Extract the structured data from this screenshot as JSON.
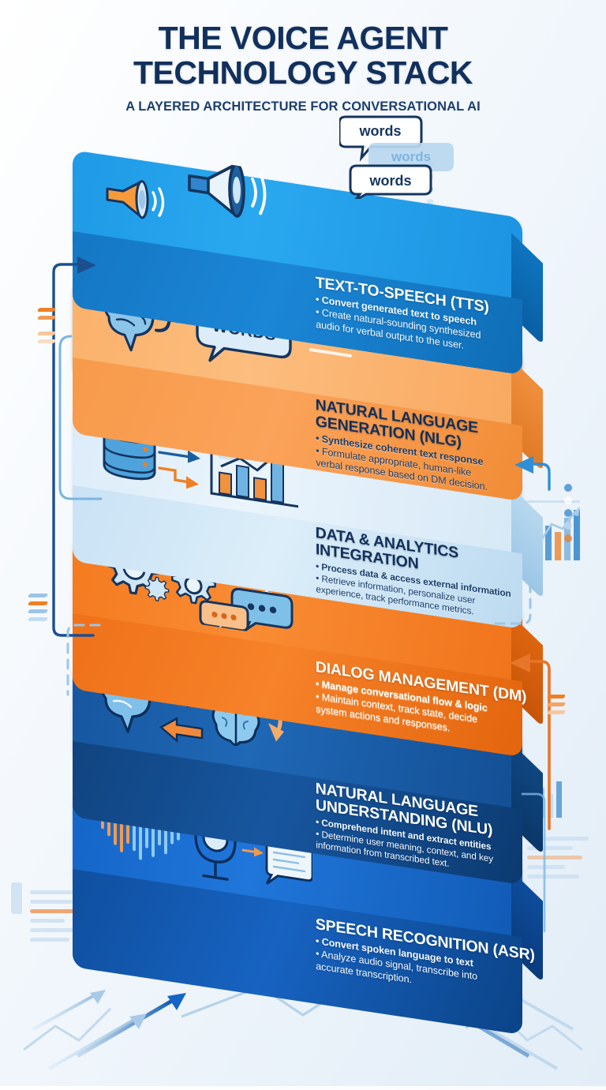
{
  "header": {
    "title_line1": "THE VOICE AGENT",
    "title_line2": "TECHNOLOGY STACK",
    "subtitle": "A LAYERED ARCHITECTURE FOR CONVERSATIONAL AI"
  },
  "colors": {
    "title_navy": "#12305c",
    "layer_tts_blue": "#2196e8",
    "layer_nlg_orange": "#f79a4a",
    "layer_data_pale": "#cfe6f7",
    "layer_dm_orange": "#f2731c",
    "layer_nlu_navy": "#14539e",
    "layer_asr_blue": "#1565c8",
    "accent_orange": "#ef7f24",
    "accent_blue": "#2f86cf",
    "background": "#eef4fa"
  },
  "layers": [
    {
      "id": "tts",
      "title": "TEXT-TO-SPEECH (TTS)",
      "bullets": [
        "• Convert generated text to speech",
        "• Create natural-sounding synthesized",
        "audio for verbal output to the user."
      ],
      "theme": "dark",
      "icons": [
        "megaphone-orange-icon",
        "megaphone-blue-icon",
        "speech-bubble-words-icon"
      ],
      "bubble_labels": [
        "words",
        "words",
        "words"
      ]
    },
    {
      "id": "nlg",
      "title": "NATURAL LANGUAGE GENERATION (NLG)",
      "title_line1": "NATURAL LANGUAGE",
      "title_line2": "GENERATION (NLG)",
      "bullets": [
        "• Synthesize coherent text response",
        "• Formulate appropriate, human-like",
        "verbal response based on DM decision."
      ],
      "theme": "light",
      "icons": [
        "brain-icon",
        "arrow-icon",
        "speech-bubble-icon"
      ],
      "bubble_labels": [
        "WORDS"
      ]
    },
    {
      "id": "data",
      "title": "DATA & ANALYTICS INTEGRATION",
      "title_line1": "DATA & ANALYTICS",
      "title_line2": "INTEGRATION",
      "bullets": [
        "• Process data & access external information",
        "• Retrieve information, personalize user",
        "experience, track performance metrics."
      ],
      "theme": "light",
      "icons": [
        "database-icon",
        "arrow-icon",
        "bar-chart-trend-icon"
      ],
      "bubble_labels": []
    },
    {
      "id": "dm",
      "title": "DIALOG MANAGEMENT (DM)",
      "title_line1": "DIALOG MANAGEMENT (DM)",
      "title_line2": "",
      "bullets": [
        "• Manage conversational flow & logic",
        "• Maintain context, track state, decide",
        "system actions and responses."
      ],
      "theme": "light",
      "icons": [
        "gears-icon",
        "chat-bubbles-icon",
        "loop-arrow-icon"
      ],
      "bubble_labels": []
    },
    {
      "id": "nlu",
      "title": "NATURAL LANGUAGE UNDERSTANDING (NLU)",
      "title_line1": "NATURAL LANGUAGE",
      "title_line2": "UNDERSTANDING (NLU)",
      "bullets": [
        "• Comprehend intent and extract entities",
        "• Determine user meaning, context, and key",
        "information from transcribed text."
      ],
      "theme": "dark",
      "icons": [
        "brain-icon",
        "brain-split-icon",
        "arrow-icon"
      ],
      "bubble_labels": []
    },
    {
      "id": "asr",
      "title": "SPEECH RECOGNITION (ASR)",
      "title_line1": "SPEECH RECOGNITION (ASR)",
      "title_line2": "",
      "bullets": [
        "• Convert spoken language to text",
        "• Analyze audio signal, transcribe into",
        "accurate transcription."
      ],
      "theme": "dark",
      "icons": [
        "waveform-icon",
        "microphone-icon",
        "document-icon"
      ],
      "bubble_labels": []
    }
  ]
}
